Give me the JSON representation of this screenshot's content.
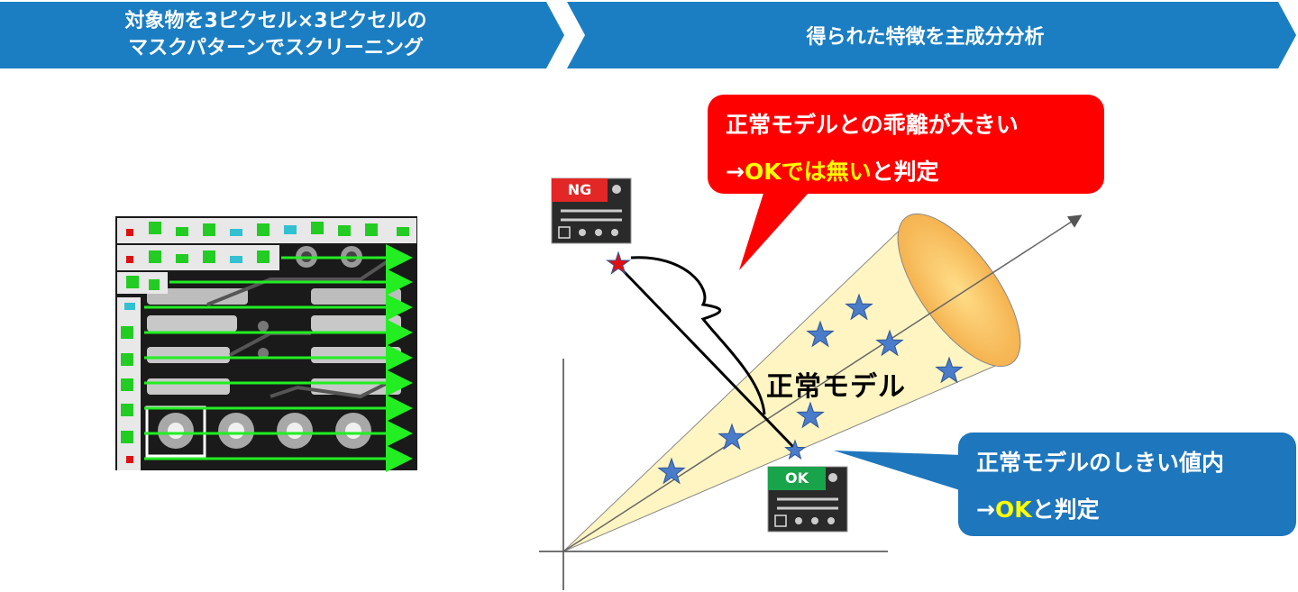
{
  "header": {
    "left_line1": "対象物を3ピクセル×3ピクセルの",
    "left_line2": "マスクパターンでスクリーニング",
    "right": "得られた特徴を主成分分析"
  },
  "callouts": {
    "ng_line1": "正常モデルとの乖離が大きい",
    "ng_line2_arrow": "→",
    "ng_line2_ok": "OKでは無い",
    "ng_line2_rest": "と判定",
    "ok_line1": "正常モデルのしきい値内",
    "ok_line2_arrow": "→",
    "ok_line2_ok": "OK",
    "ok_line2_rest": "と判定"
  },
  "labels": {
    "ng_badge": "NG",
    "ok_badge": "OK",
    "normal_model": "正常モデル"
  },
  "colors": {
    "header_blue": "#1b7ec2",
    "ng_red": "#ff0000",
    "ok_blue": "#1e76bd",
    "highlight_yellow": "#ffff00",
    "cone_fill": "#fff5c2",
    "star_blue": "#4a7cc9",
    "arrow_green": "#22ee22"
  },
  "icons": [
    "pcb-scan-image",
    "pcb-chip-icon",
    "star-icon",
    "cone-shape",
    "brace"
  ]
}
